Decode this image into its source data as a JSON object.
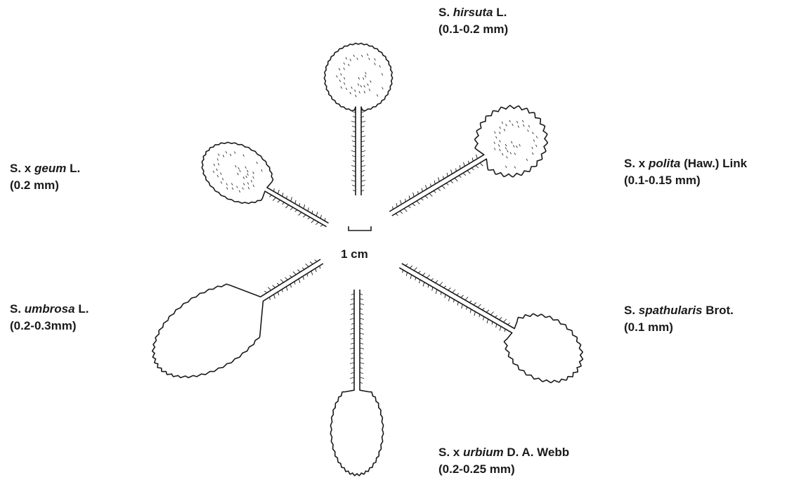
{
  "colors": {
    "ink": "#1a1a1a",
    "background": "#ffffff"
  },
  "scale": {
    "label": "1 cm"
  },
  "species": [
    {
      "id": "hirsuta",
      "genus": "S.",
      "hybrid": "",
      "epithet": "hirsuta",
      "author": "L.",
      "hair": "(0.1-0.2 mm)"
    },
    {
      "id": "polita",
      "genus": "S.",
      "hybrid": "x",
      "epithet": "polita",
      "author": "(Haw.) Link",
      "hair": "(0.1-0.15 mm)"
    },
    {
      "id": "spathularis",
      "genus": "S.",
      "hybrid": "",
      "epithet": "spathularis",
      "author": "Brot.",
      "hair": "(0.1 mm)"
    },
    {
      "id": "urbium",
      "genus": "S.",
      "hybrid": "x",
      "epithet": "urbium",
      "author": "D. A. Webb",
      "hair": "(0.2-0.25 mm)"
    },
    {
      "id": "umbrosa",
      "genus": "S.",
      "hybrid": "",
      "epithet": "umbrosa",
      "author": "L.",
      "hair": "(0.2-0.3mm)"
    },
    {
      "id": "geum",
      "genus": "S.",
      "hybrid": "x",
      "epithet": "geum",
      "author": "L.",
      "hair": "(0.2 mm)"
    }
  ]
}
